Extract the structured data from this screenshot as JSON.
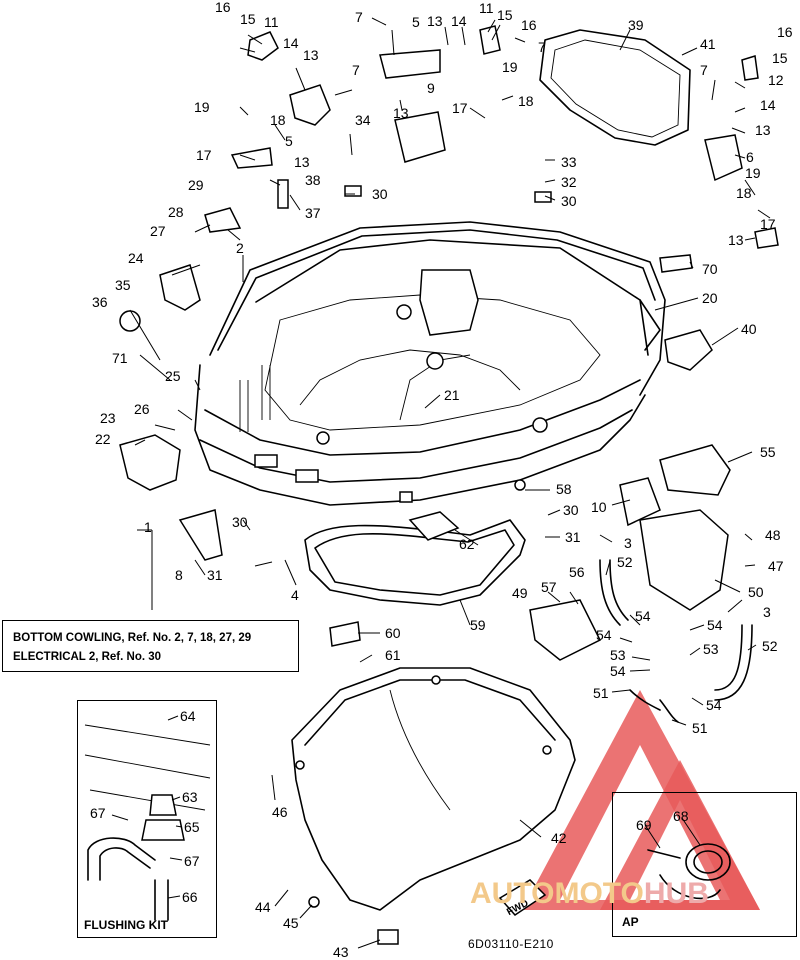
{
  "note": {
    "line1": "BOTTOM COWLING,  Ref. No. 2, 7, 18, 27, 29",
    "line2": "ELECTRICAL 2,  Ref. No. 30"
  },
  "insets": {
    "flushing_kit": "FLUSHING KIT",
    "ap": "AP"
  },
  "drawing_number": "6D03110-E210",
  "watermark": {
    "part1": "AUTOMOTO",
    "part2": "HUB"
  },
  "colors": {
    "line": "#000000",
    "watermark_triangle": "#e85a5a",
    "watermark_text_a": "#f3c98a",
    "watermark_text_b": "#eeaaaa"
  },
  "callouts": [
    {
      "id": "c16a",
      "text": "16"
    },
    {
      "id": "c15a",
      "text": "15"
    },
    {
      "id": "c11a",
      "text": "11"
    },
    {
      "id": "c14a",
      "text": "14"
    },
    {
      "id": "c13a",
      "text": "13"
    },
    {
      "id": "c7a",
      "text": "7"
    },
    {
      "id": "c19a",
      "text": "19"
    },
    {
      "id": "c18a",
      "text": "18"
    },
    {
      "id": "c5a",
      "text": "5"
    },
    {
      "id": "c13b",
      "text": "13"
    },
    {
      "id": "c17a",
      "text": "17"
    },
    {
      "id": "c38",
      "text": "38"
    },
    {
      "id": "c29",
      "text": "29"
    },
    {
      "id": "c37",
      "text": "37"
    },
    {
      "id": "c28",
      "text": "28"
    },
    {
      "id": "c27",
      "text": "27"
    },
    {
      "id": "c2",
      "text": "2"
    },
    {
      "id": "c24",
      "text": "24"
    },
    {
      "id": "c35",
      "text": "35"
    },
    {
      "id": "c36",
      "text": "36"
    },
    {
      "id": "c71",
      "text": "71"
    },
    {
      "id": "c25",
      "text": "25"
    },
    {
      "id": "c23",
      "text": "23"
    },
    {
      "id": "c26",
      "text": "26"
    },
    {
      "id": "c22",
      "text": "22"
    },
    {
      "id": "c1",
      "text": "1"
    },
    {
      "id": "c8",
      "text": "8"
    },
    {
      "id": "c30a",
      "text": "30"
    },
    {
      "id": "c31a",
      "text": "31"
    },
    {
      "id": "c4",
      "text": "4"
    },
    {
      "id": "c7b",
      "text": "7"
    },
    {
      "id": "c5b",
      "text": "5"
    },
    {
      "id": "c13c",
      "text": "13"
    },
    {
      "id": "c14b",
      "text": "14"
    },
    {
      "id": "c11b",
      "text": "11"
    },
    {
      "id": "c15b",
      "text": "15"
    },
    {
      "id": "c16b",
      "text": "16"
    },
    {
      "id": "c7c",
      "text": "7"
    },
    {
      "id": "c19b",
      "text": "19"
    },
    {
      "id": "c13d",
      "text": "13"
    },
    {
      "id": "c9",
      "text": "9"
    },
    {
      "id": "c17b",
      "text": "17"
    },
    {
      "id": "c18b",
      "text": "18"
    },
    {
      "id": "c34",
      "text": "34"
    },
    {
      "id": "c30b",
      "text": "30"
    },
    {
      "id": "c33",
      "text": "33"
    },
    {
      "id": "c32",
      "text": "32"
    },
    {
      "id": "c30c",
      "text": "30"
    },
    {
      "id": "c39",
      "text": "39"
    },
    {
      "id": "c41",
      "text": "41"
    },
    {
      "id": "c16c",
      "text": "16"
    },
    {
      "id": "c15c",
      "text": "15"
    },
    {
      "id": "c7d",
      "text": "7"
    },
    {
      "id": "c12",
      "text": "12"
    },
    {
      "id": "c14c",
      "text": "14"
    },
    {
      "id": "c13e",
      "text": "13"
    },
    {
      "id": "c6",
      "text": "6"
    },
    {
      "id": "c19c",
      "text": "19"
    },
    {
      "id": "c18c",
      "text": "18"
    },
    {
      "id": "c17c",
      "text": "17"
    },
    {
      "id": "c13f",
      "text": "13"
    },
    {
      "id": "c70",
      "text": "70"
    },
    {
      "id": "c20",
      "text": "20"
    },
    {
      "id": "c40",
      "text": "40"
    },
    {
      "id": "c21",
      "text": "21"
    },
    {
      "id": "c55",
      "text": "55"
    },
    {
      "id": "c58",
      "text": "58"
    },
    {
      "id": "c10",
      "text": "10"
    },
    {
      "id": "c30d",
      "text": "30"
    },
    {
      "id": "c62",
      "text": "62"
    },
    {
      "id": "c31b",
      "text": "31"
    },
    {
      "id": "c3a",
      "text": "3"
    },
    {
      "id": "c48",
      "text": "48"
    },
    {
      "id": "c47",
      "text": "47"
    },
    {
      "id": "c52a",
      "text": "52"
    },
    {
      "id": "c50",
      "text": "50"
    },
    {
      "id": "c56",
      "text": "56"
    },
    {
      "id": "c57",
      "text": "57"
    },
    {
      "id": "c49",
      "text": "49"
    },
    {
      "id": "c59",
      "text": "59"
    },
    {
      "id": "c3b",
      "text": "3"
    },
    {
      "id": "c54a",
      "text": "54"
    },
    {
      "id": "c54b",
      "text": "54"
    },
    {
      "id": "c54c",
      "text": "54"
    },
    {
      "id": "c53a",
      "text": "53"
    },
    {
      "id": "c53b",
      "text": "53"
    },
    {
      "id": "c52b",
      "text": "52"
    },
    {
      "id": "c54d",
      "text": "54"
    },
    {
      "id": "c54e",
      "text": "54"
    },
    {
      "id": "c60",
      "text": "60"
    },
    {
      "id": "c61",
      "text": "61"
    },
    {
      "id": "c51a",
      "text": "51"
    },
    {
      "id": "c51b",
      "text": "51"
    },
    {
      "id": "c64",
      "text": "64"
    },
    {
      "id": "c63",
      "text": "63"
    },
    {
      "id": "c67a",
      "text": "67"
    },
    {
      "id": "c65",
      "text": "65"
    },
    {
      "id": "c67b",
      "text": "67"
    },
    {
      "id": "c66",
      "text": "66"
    },
    {
      "id": "c46",
      "text": "46"
    },
    {
      "id": "c42",
      "text": "42"
    },
    {
      "id": "c44",
      "text": "44"
    },
    {
      "id": "c45",
      "text": "45"
    },
    {
      "id": "c43",
      "text": "43"
    },
    {
      "id": "c69",
      "text": "69"
    },
    {
      "id": "c68",
      "text": "68"
    },
    {
      "id": "fwd",
      "text": "FWD"
    }
  ]
}
